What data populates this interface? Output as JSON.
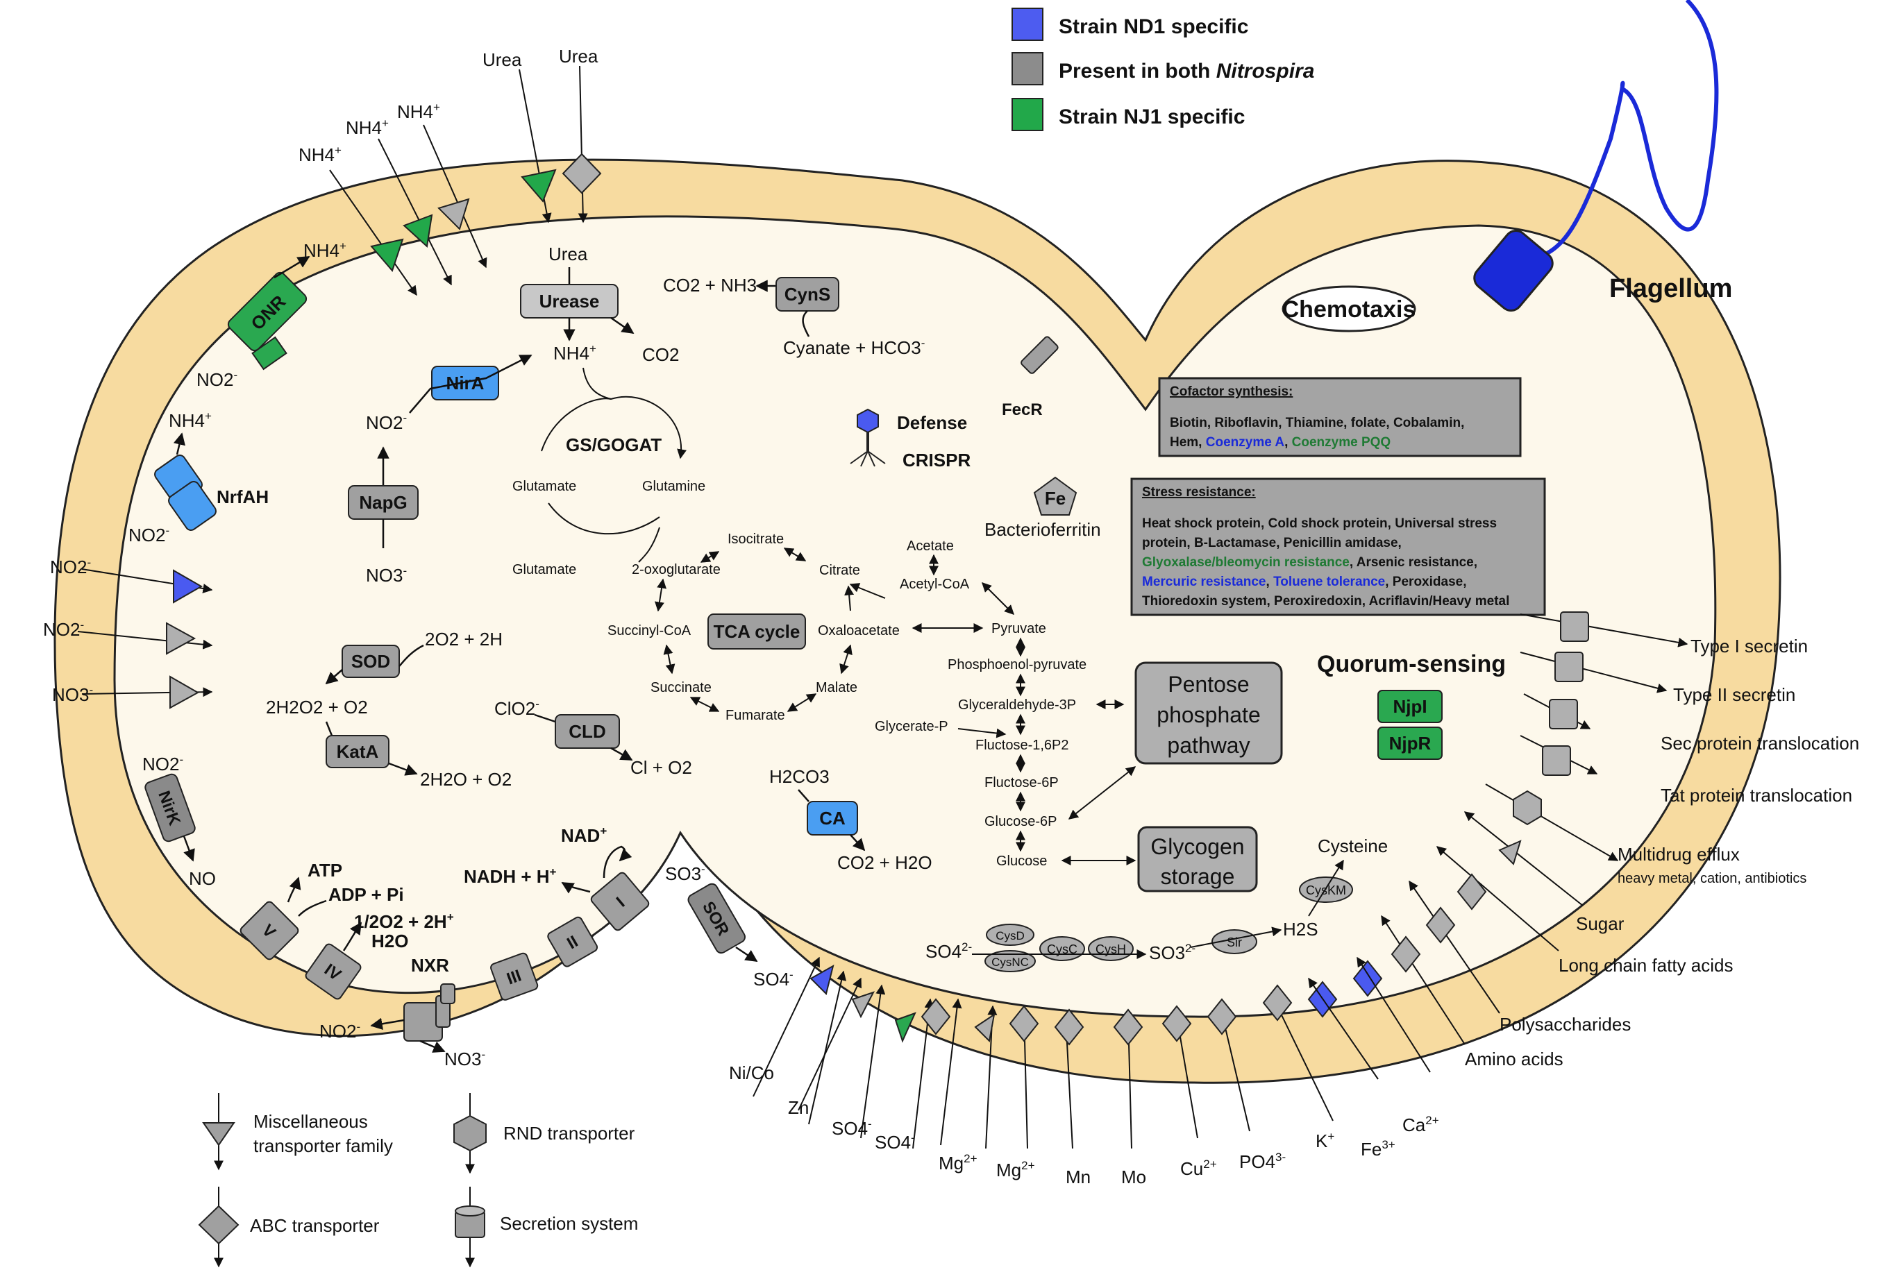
{
  "legend": {
    "nd1": "Strain ND1 specific",
    "both": "Present in both ",
    "both_italic": "Nitrospira",
    "nj1": "Strain NJ1 specific",
    "colors": {
      "nd1": "#4d5cf0",
      "both": "#8c8c8c",
      "nj1": "#22a84a"
    }
  },
  "colors": {
    "cell_fill": "#fdf8eb",
    "membrane": "#f7dba0",
    "gray_box": "#b8b8b8",
    "dark_gray": "#8a8a8a",
    "blue": "#4a9ef2",
    "green": "#2aa850",
    "flagellum": "#1a2ad8",
    "blue_text": "#1a2ad8",
    "green_text": "#1f8a3a"
  },
  "top_molecules": {
    "nh4_a": "NH4",
    "nh4_b": "NH4",
    "nh4_c": "NH4",
    "nh4_sup": "+",
    "urea_a": "Urea",
    "urea_b": "Urea"
  },
  "left": {
    "onr": "ONR",
    "onr_nh4": "NH4",
    "onr_sup": "+",
    "onr_no2": "NO2",
    "onr_no2_sup": "-",
    "nrfah_nh4": "NH4",
    "nrfah_sup": "+",
    "nrfah": "NrfAH",
    "nrfah_no2": "NO2",
    "nrfah_no2_sup": "-",
    "no2_a": "NO2",
    "no2_b": "NO2",
    "no3": "NO3",
    "ion_sup": "-",
    "nirk": "NirK",
    "nirk_no2": "NO2",
    "nirk_no2_sup": "-",
    "nirk_no": "NO"
  },
  "urease": {
    "urea": "Urea",
    "box": "Urease",
    "nh4": "NH4",
    "sup": "+",
    "co2": "CO2"
  },
  "cyns": {
    "co2nh3": "CO2 + NH3",
    "box": "CynS",
    "cyanate": "Cyanate + HCO3",
    "sup": "-"
  },
  "nira": {
    "box": "NirA",
    "no2": "NO2",
    "sup": "-"
  },
  "napg": {
    "box": "NapG",
    "no3": "NO3",
    "sup": "-"
  },
  "gs": {
    "title": "GS/GOGAT",
    "glutamate1": "Glutamate",
    "glutamine": "Glutamine",
    "glutamate2": "Glutamate",
    "oxo": "2-oxoglutarate"
  },
  "defense": {
    "line1": "Defense",
    "line2": "CRISPR"
  },
  "fecr": "FecR",
  "fe": {
    "symbol": "Fe",
    "label": "Bacterioferritin"
  },
  "sod": {
    "box": "SOD",
    "reactant": "2O2 + 2H",
    "sup1": "-",
    "sup2": "+",
    "product": "2H2O2 + O2"
  },
  "kata": {
    "box": "KatA",
    "product": "2H2O + O2"
  },
  "cld": {
    "reactant": "ClO2",
    "sup": "-",
    "box": "CLD",
    "product": "Cl + O2",
    "psup": "-"
  },
  "ca": {
    "reactant": "H2CO3",
    "box": "CA",
    "product": "CO2 + H2O"
  },
  "tca": {
    "box": "TCA cycle",
    "isocitrate": "Isocitrate",
    "citrate": "Citrate",
    "succinyl": "Succinyl-CoA",
    "oxaloacetate": "Oxaloacetate",
    "succinate": "Succinate",
    "malate": "Malate",
    "fumarate": "Fumarate"
  },
  "glyco": {
    "acetate": "Acetate",
    "acetylcoa": "Acetyl-CoA",
    "pyruvate": "Pyruvate",
    "pep": "Phosphoenol-pyruvate",
    "g3p": "Glyceraldehyde-3P",
    "glycp": "Glycerate-P",
    "f16": "Fluctose-1,6P2",
    "f6": "Fluctose-6P",
    "g6": "Glucose-6P",
    "glucose": "Glucose"
  },
  "ppp": {
    "line1": "Pentose",
    "line2": "phosphate",
    "line3": "pathway"
  },
  "glycogen": {
    "line1": "Glycogen",
    "line2": "storage"
  },
  "chemotaxis": "Chemotaxis",
  "flagellum": "Flagellum",
  "cofactor": {
    "title": "Cofactor synthesis:",
    "line1": "Biotin, Riboflavin, Thiamine, folate, Cobalamin,",
    "line2a": "Hem, ",
    "line2b": "Coenzyme A",
    "line2c": ", ",
    "line2d": "Coenzyme PQQ"
  },
  "stress": {
    "title": "Stress resistance:",
    "l1": "Heat shock protein, Cold shock protein, Universal stress",
    "l2": "protein,        B-Lactamase,        Penicillin        amidase,",
    "l3a": "Glyoxalase/bleomycin resistance",
    "l3b": ", Arsenic resistance,",
    "l4a": "Mercuric resistance",
    "l4b": ", ",
    "l4c": "Toluene tolerance",
    "l4d": ", Peroxidase,",
    "l5": "Thioredoxin system, Peroxiredoxin, Acriflavin/Heavy metal"
  },
  "quorum": {
    "title": "Quorum-sensing",
    "njpi": "NjpI",
    "njpr": "NjpR"
  },
  "secretion": {
    "type1": "Type I secretin",
    "type2": "Type II secretin",
    "sec": "Sec protein translocation",
    "tat": "Tat protein translocation",
    "mdr": "Multidrug efflux",
    "mdr2": "heavy metal, cation, antibiotics"
  },
  "uptake": {
    "sugar": "Sugar",
    "lcfa": "Long chain fatty acids",
    "poly": "Polysaccharides",
    "amino": "Amino acids"
  },
  "ions": {
    "ca": "Ca",
    "ca_sup": "2+",
    "fe": "Fe",
    "fe_sup": "3+",
    "k": "K",
    "k_sup": "+",
    "po4": "PO4",
    "po4_sup": "3-",
    "cu": "Cu",
    "cu_sup": "2+",
    "mo": "Mo",
    "mn": "Mn",
    "mg1": "Mg",
    "mg2": "Mg",
    "mg_sup": "2+",
    "so4a": "SO4",
    "so4b": "SO4",
    "so4_sup": "-",
    "zn": "Zn",
    "nico": "Ni/Co"
  },
  "sulfur": {
    "cysteine": "Cysteine",
    "cyskm": "CysKM",
    "h2s": "H2S",
    "sir": "Sir",
    "so3": "SO3",
    "so3_sup": "2-",
    "cysh": "CysH",
    "cysc": "CysC",
    "cysd": "CysD",
    "cysnc": "CysNC",
    "so4": "SO4",
    "so4_sup": "2-"
  },
  "sor": {
    "box": "SOR",
    "so3": "SO3",
    "so4": "SO4",
    "sup": "-"
  },
  "etc": {
    "nad": "NAD",
    "nad_sup": "+",
    "nadh": "NADH + H",
    "nadh_sup": "+",
    "I": "I",
    "II": "II",
    "III": "III",
    "IV": "IV",
    "V": "V",
    "atp": "ATP",
    "adp": "ADP + Pi",
    "o2": "1/2O2 + 2H",
    "o2_sup": "+",
    "h2o": "H2O",
    "nxr": "NXR",
    "no2": "NO2",
    "no3": "NO3",
    "sup": "-"
  },
  "bottom_legend": {
    "misc1": "Miscellaneous",
    "misc2": "transporter family",
    "rnd": "RND transporter",
    "abc": "ABC transporter",
    "sec": "Secretion system"
  }
}
